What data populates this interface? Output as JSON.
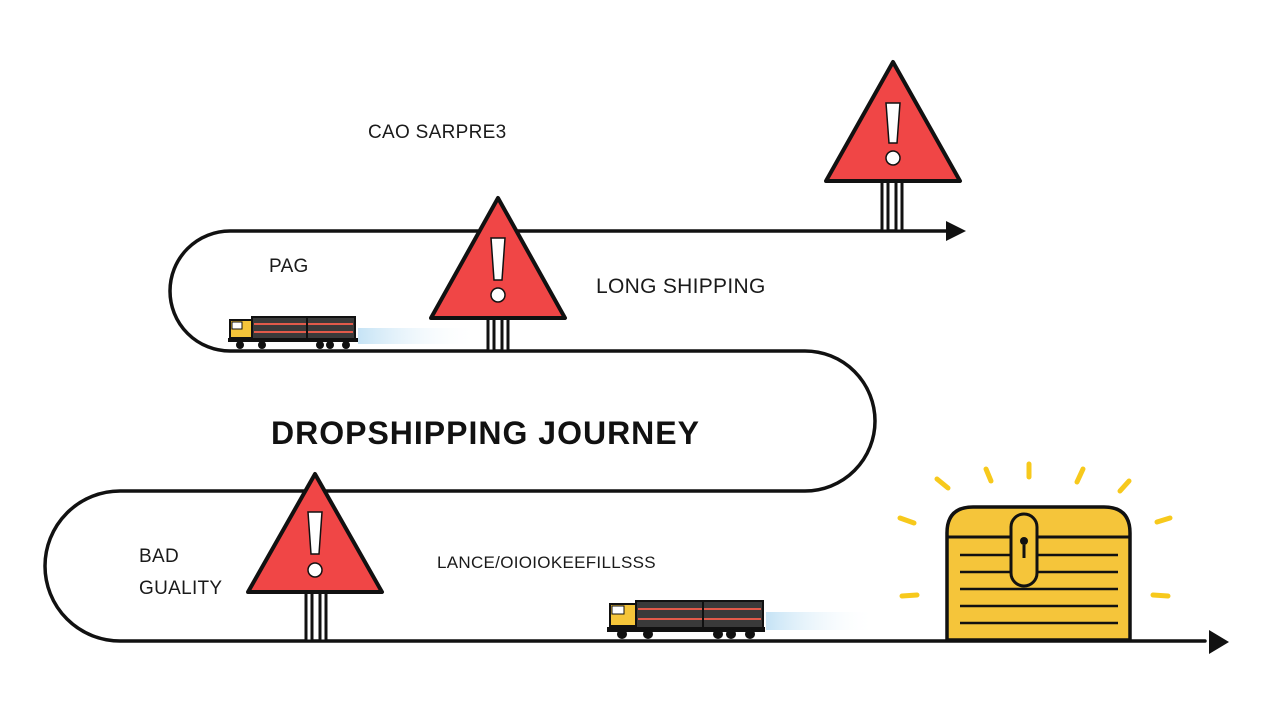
{
  "diagram": {
    "title": "DROPSHIPPING JOURNEY",
    "labels": {
      "top_left": "CAO SARPRE3",
      "upper_left": "PAG",
      "upper_middle": "LONG SHIPPING",
      "lower_middle": "LANCE/OIOIOKEEFILLSSS",
      "bottom_left_line1": "BAD",
      "bottom_left_line2": "GUALITY"
    },
    "icons": [
      "warning-sign-icon",
      "warning-sign-icon",
      "warning-sign-icon",
      "truck-icon",
      "truck-icon",
      "treasure-chest-icon"
    ],
    "colors": {
      "warning_red": "#f04646",
      "chest_gold": "#f5c53a",
      "glow_yellow": "#f7c91c",
      "road_line": "#111111"
    }
  }
}
